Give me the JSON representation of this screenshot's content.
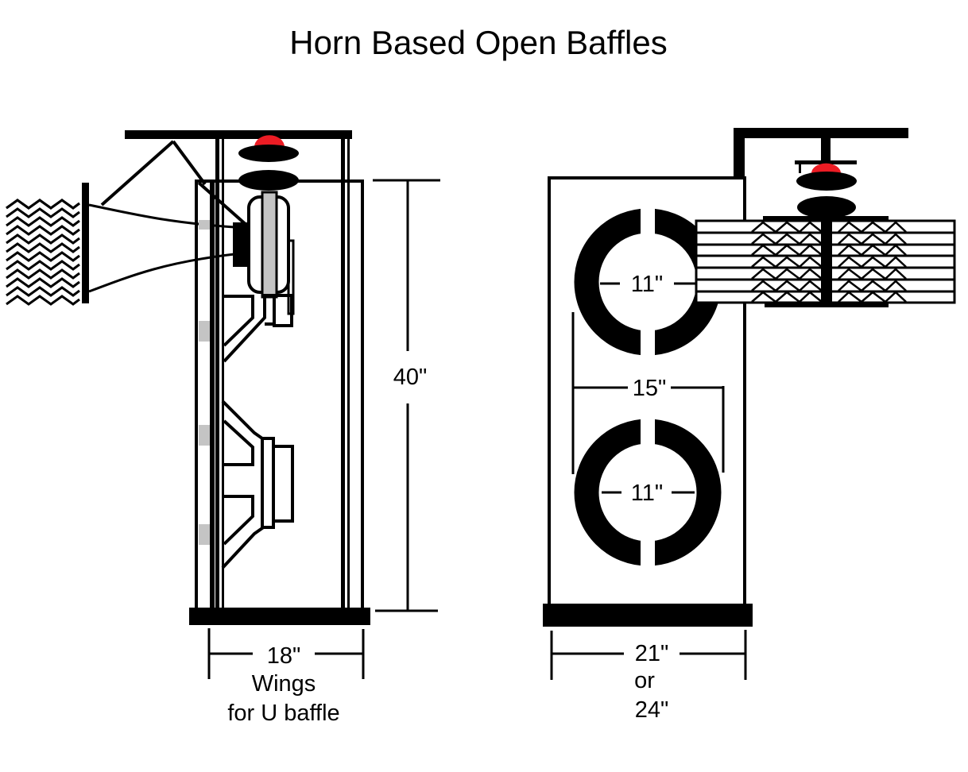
{
  "title": "Horn Based Open Baffles",
  "colors": {
    "ink": "#000000",
    "panel_gray": "#c4c4c4",
    "tweeter_dome": "#ec1c24",
    "background": "#ffffff"
  },
  "side_view": {
    "height_label": "40\"",
    "width_label": "18\"",
    "wings_label_line1": "Wings",
    "wings_label_line2": "for U baffle"
  },
  "front_view": {
    "woofer_top_label": "11\"",
    "woofer_bottom_label": "11\"",
    "spacing_label": "15\"",
    "width_label": "21\"",
    "width_alt_or": "or",
    "width_alt_label": "24\""
  }
}
